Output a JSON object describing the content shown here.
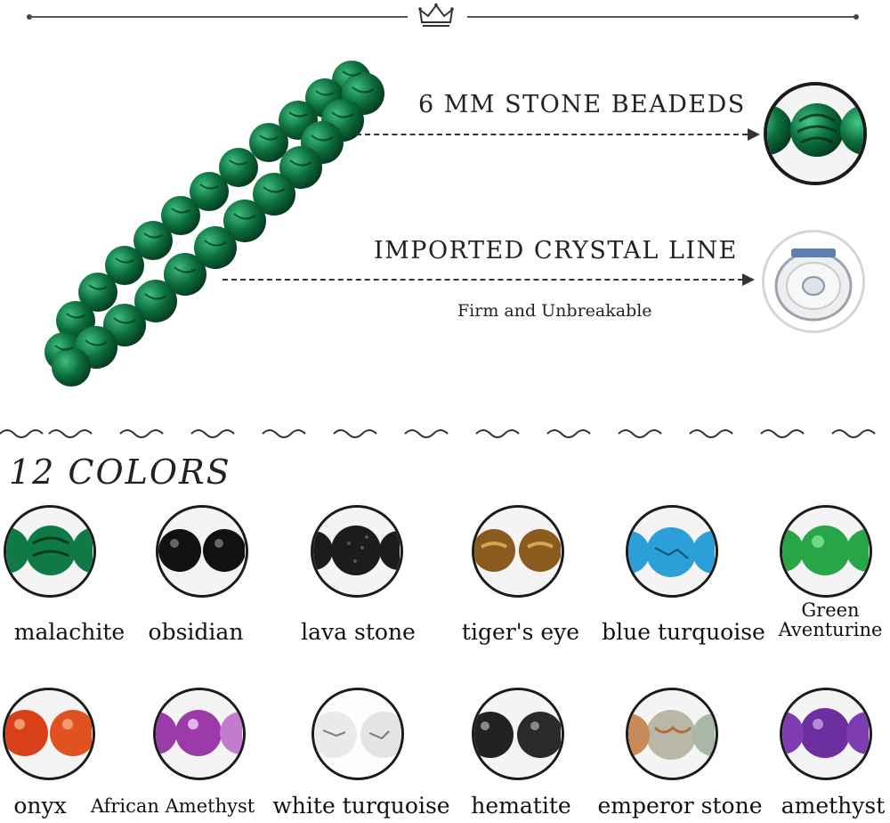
{
  "header": {
    "icon": "crown-icon"
  },
  "features": {
    "beads_title": "6 MM STONE BEADEDS",
    "line_title": "IMPORTED CRYSTAL LINE",
    "line_subtitle": "Firm and Unbreakable"
  },
  "colors_section": {
    "title": "12 COLORS",
    "items": [
      {
        "name": "malachite",
        "color": "#0f7a45"
      },
      {
        "name": "obsidian",
        "color": "#111111"
      },
      {
        "name": "lava stone",
        "color": "#1c1c1c"
      },
      {
        "name": "tiger's eye",
        "color": "#8a5a1e"
      },
      {
        "name": "blue turquoise",
        "color": "#2b9fd8"
      },
      {
        "name_line1": "Green",
        "name_line2": "Aventurine",
        "color": "#27a547"
      },
      {
        "name": "onyx",
        "color": "#d8401a"
      },
      {
        "name": "African Amethyst",
        "color": "#9b3aa8"
      },
      {
        "name": "white turquoise",
        "color": "#e9e9e9"
      },
      {
        "name": "hematite",
        "color": "#2a2a2a"
      },
      {
        "name": "emperor stone",
        "color": "#b9b7a5"
      },
      {
        "name": "amethyst",
        "color": "#6d2fa0"
      }
    ]
  }
}
